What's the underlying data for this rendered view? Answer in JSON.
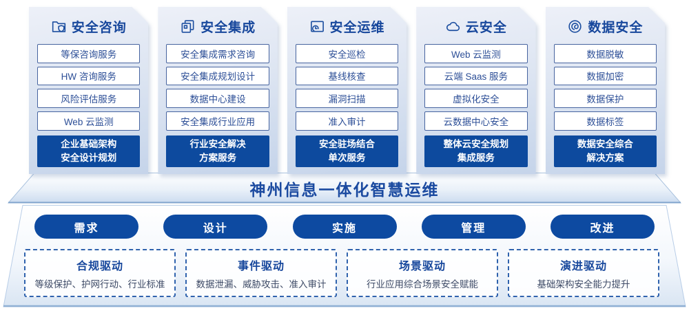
{
  "colors": {
    "primary_blue": "#0d4a9e",
    "title_blue": "#17479c",
    "item_border": "#46639f",
    "card_gradient_top": "#edf0f8",
    "card_gradient_bottom": "#c5d4ea",
    "platform_edge": "#8fb0d4",
    "dashed_border": "#2f62ad"
  },
  "columns": [
    {
      "icon": "folder-shield-icon",
      "title": "安全咨询",
      "items": [
        "等保咨询服务",
        "HW 咨询服务",
        "风险评估服务",
        "Web 云监测"
      ],
      "highlight": "企业基础架构\n安全设计规划"
    },
    {
      "icon": "copy-docs-icon",
      "title": "安全集成",
      "items": [
        "安全集成需求咨询",
        "安全集成规划设计",
        "数据中心建设",
        "安全集成行业应用"
      ],
      "highlight": "行业安全解决\n方案服务"
    },
    {
      "icon": "folder-clock-icon",
      "title": "安全运维",
      "items": [
        "安全巡检",
        "基线核查",
        "漏洞扫描",
        "准入审计"
      ],
      "highlight": "安全驻场结合\n单次服务"
    },
    {
      "icon": "cloud-icon",
      "title": "云安全",
      "items": [
        "Web 云监测",
        "云端 Saas 服务",
        "虚拟化安全",
        "云数据中心安全"
      ],
      "highlight": "整体云安全规划\n集成服务"
    },
    {
      "icon": "fingerprint-icon",
      "title": "数据安全",
      "items": [
        "数据脱敏",
        "数据加密",
        "数据保护",
        "数据标签"
      ],
      "highlight": "数据安全综合\n解决方案"
    }
  ],
  "banner": {
    "title": "神州信息一体化智慧运维"
  },
  "process": [
    "需求",
    "设计",
    "实施",
    "管理",
    "改进"
  ],
  "drivers": [
    {
      "title": "合规驱动",
      "desc": "等级保护、护网行动、行业标准"
    },
    {
      "title": "事件驱动",
      "desc": "数据泄漏、威胁攻击、准入审计"
    },
    {
      "title": "场景驱动",
      "desc": "行业应用综合场景安全赋能"
    },
    {
      "title": "演进驱动",
      "desc": "基础架构安全能力提升"
    }
  ]
}
